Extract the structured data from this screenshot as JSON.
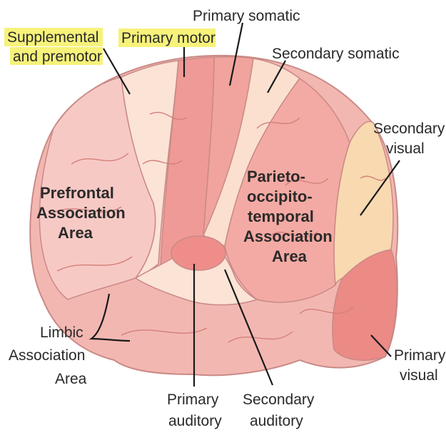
{
  "labels": {
    "supplemental": [
      "Supplemental",
      "and premotor"
    ],
    "primary_motor": "Primary motor",
    "primary_somatic": "Primary somatic",
    "secondary_somatic": "Secondary somatic",
    "secondary_visual": [
      "Secondary",
      "visual"
    ],
    "prefrontal": [
      "Prefrontal",
      "Association",
      "Area"
    ],
    "parieto": [
      "Parieto-",
      "occipito-",
      "temporal",
      "Association",
      "Area"
    ],
    "limbic": [
      "Limbic",
      "Association",
      "Area"
    ],
    "primary_visual": [
      "Primary",
      "visual"
    ],
    "primary_auditory": [
      "Primary",
      "auditory"
    ],
    "secondary_auditory": [
      "Secondary",
      "auditory"
    ]
  },
  "colors": {
    "brain_outline": "#c98a86",
    "prefrontal_fill": "#f7c9c5",
    "premotor_fill": "#fbe3d6",
    "motor_fill": "#ef9a96",
    "somatic_fill": "#fbe0cf",
    "association_fill": "#f4aaa4",
    "secondary_visual_fill": "#f8d9b0",
    "primary_visual_fill": "#ec8a86",
    "highlight": "#f6f27a",
    "vessel": "#d3807a"
  }
}
